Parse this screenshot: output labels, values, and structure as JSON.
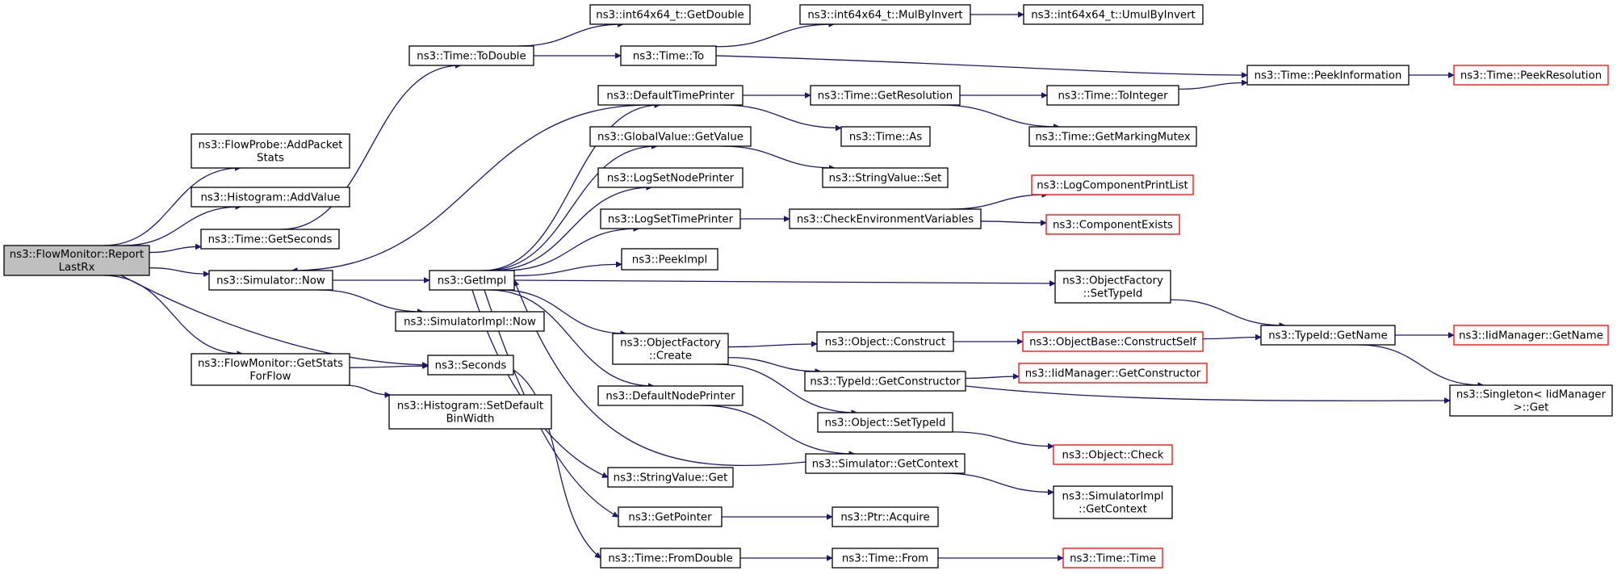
{
  "graph": {
    "colors": {
      "edge": "#191970",
      "root_fill": "#bfbfbf",
      "truncated_border": "#ff0000",
      "node_border": "#000000"
    },
    "nodes": [
      {
        "id": "root",
        "lines": [
          "ns3::FlowMonitor::Report",
          "LastRx"
        ],
        "kind": "root"
      },
      {
        "id": "addpacket",
        "lines": [
          "ns3::FlowProbe::AddPacket",
          "Stats"
        ]
      },
      {
        "id": "histaddvalue",
        "lines": [
          "ns3::Histogram::AddValue"
        ]
      },
      {
        "id": "timegetseconds",
        "lines": [
          "ns3::Time::GetSeconds"
        ]
      },
      {
        "id": "simnow",
        "lines": [
          "ns3::Simulator::Now"
        ]
      },
      {
        "id": "getstatsforflow",
        "lines": [
          "ns3::FlowMonitor::GetStats",
          "ForFlow"
        ]
      },
      {
        "id": "todouble",
        "lines": [
          "ns3::Time::ToDouble"
        ]
      },
      {
        "id": "getimpl",
        "lines": [
          "ns3::GetImpl"
        ]
      },
      {
        "id": "simimplnow",
        "lines": [
          "ns3::SimulatorImpl::Now"
        ]
      },
      {
        "id": "seconds",
        "lines": [
          "ns3::Seconds"
        ]
      },
      {
        "id": "setdefaultbinwidth",
        "lines": [
          "ns3::Histogram::SetDefault",
          "BinWidth"
        ]
      },
      {
        "id": "int64getdouble",
        "lines": [
          "ns3::int64x64_t::GetDouble"
        ]
      },
      {
        "id": "timeto",
        "lines": [
          "ns3::Time::To"
        ]
      },
      {
        "id": "defaulttimeprinter",
        "lines": [
          "ns3::DefaultTimePrinter"
        ]
      },
      {
        "id": "globalvaluegetvalue",
        "lines": [
          "ns3::GlobalValue::GetValue"
        ]
      },
      {
        "id": "logsetnodeprinter",
        "lines": [
          "ns3::LogSetNodePrinter"
        ]
      },
      {
        "id": "logsettimeprinter",
        "lines": [
          "ns3::LogSetTimePrinter"
        ]
      },
      {
        "id": "peekimpl",
        "lines": [
          "ns3::PeekImpl"
        ]
      },
      {
        "id": "objfactorycreate",
        "lines": [
          "ns3::ObjectFactory",
          "::Create"
        ]
      },
      {
        "id": "defaultnodeprinter",
        "lines": [
          "ns3::DefaultNodePrinter"
        ]
      },
      {
        "id": "stringvalueget",
        "lines": [
          "ns3::StringValue::Get"
        ]
      },
      {
        "id": "getpointer",
        "lines": [
          "ns3::GetPointer"
        ]
      },
      {
        "id": "timefromdouble",
        "lines": [
          "ns3::Time::FromDouble"
        ]
      },
      {
        "id": "mulbyinvert",
        "lines": [
          "ns3::int64x64_t::MulByInvert"
        ]
      },
      {
        "id": "timegetresolution",
        "lines": [
          "ns3::Time::GetResolution"
        ]
      },
      {
        "id": "timeas",
        "lines": [
          "ns3::Time::As"
        ]
      },
      {
        "id": "stringvalueset",
        "lines": [
          "ns3::StringValue::Set"
        ]
      },
      {
        "id": "checkenv",
        "lines": [
          "ns3::CheckEnvironmentVariables"
        ]
      },
      {
        "id": "objconstruct",
        "lines": [
          "ns3::Object::Construct"
        ]
      },
      {
        "id": "typeidgetconstructor",
        "lines": [
          "ns3::TypeId::GetConstructor"
        ]
      },
      {
        "id": "objsettypeid",
        "lines": [
          "ns3::Object::SetTypeId"
        ]
      },
      {
        "id": "simgetcontext",
        "lines": [
          "ns3::Simulator::GetContext"
        ]
      },
      {
        "id": "ptracquire",
        "lines": [
          "ns3::Ptr::Acquire"
        ]
      },
      {
        "id": "timefrom",
        "lines": [
          "ns3::Time::From"
        ]
      },
      {
        "id": "umulbyinvert",
        "lines": [
          "ns3::int64x64_t::UmulByInvert"
        ]
      },
      {
        "id": "timetointeger",
        "lines": [
          "ns3::Time::ToInteger"
        ]
      },
      {
        "id": "timegetmarkingmutex",
        "lines": [
          "ns3::Time::GetMarkingMutex"
        ]
      },
      {
        "id": "logcomponentprintlist",
        "lines": [
          "ns3::LogComponentPrintList"
        ],
        "kind": "trunc"
      },
      {
        "id": "componentexists",
        "lines": [
          "ns3::ComponentExists"
        ],
        "kind": "trunc"
      },
      {
        "id": "objfactorysettypeid",
        "lines": [
          "ns3::ObjectFactory",
          "::SetTypeId"
        ]
      },
      {
        "id": "objbaseconstructself",
        "lines": [
          "ns3::ObjectBase::ConstructSelf"
        ],
        "kind": "trunc"
      },
      {
        "id": "iidgetconstructor",
        "lines": [
          "ns3::IidManager::GetConstructor"
        ],
        "kind": "trunc"
      },
      {
        "id": "objcheck",
        "lines": [
          "ns3::Object::Check"
        ],
        "kind": "trunc"
      },
      {
        "id": "simimplgetcontext",
        "lines": [
          "ns3::SimulatorImpl",
          "::GetContext"
        ]
      },
      {
        "id": "timetime",
        "lines": [
          "ns3::Time::Time"
        ],
        "kind": "trunc"
      },
      {
        "id": "timepeekinformation",
        "lines": [
          "ns3::Time::PeekInformation"
        ]
      },
      {
        "id": "typeidgetname",
        "lines": [
          "ns3::TypeId::GetName"
        ]
      },
      {
        "id": "timepeekresolution",
        "lines": [
          "ns3::Time::PeekResolution"
        ],
        "kind": "trunc"
      },
      {
        "id": "iidgetname",
        "lines": [
          "ns3::IidManager::GetName"
        ],
        "kind": "trunc"
      },
      {
        "id": "singletonget",
        "lines": [
          "ns3::Singleton< IidManager",
          ">::Get"
        ]
      }
    ],
    "edges": [
      [
        "root",
        "addpacket"
      ],
      [
        "root",
        "histaddvalue"
      ],
      [
        "root",
        "timegetseconds"
      ],
      [
        "root",
        "simnow"
      ],
      [
        "root",
        "getstatsforflow"
      ],
      [
        "root",
        "seconds"
      ],
      [
        "timegetseconds",
        "todouble"
      ],
      [
        "simnow",
        "getimpl"
      ],
      [
        "simnow",
        "simimplnow"
      ],
      [
        "getstatsforflow",
        "seconds"
      ],
      [
        "getstatsforflow",
        "setdefaultbinwidth"
      ],
      [
        "todouble",
        "int64getdouble"
      ],
      [
        "todouble",
        "timeto"
      ],
      [
        "getimpl",
        "defaulttimeprinter"
      ],
      [
        "getimpl",
        "globalvaluegetvalue"
      ],
      [
        "getimpl",
        "logsetnodeprinter"
      ],
      [
        "getimpl",
        "logsettimeprinter"
      ],
      [
        "getimpl",
        "peekimpl"
      ],
      [
        "getimpl",
        "objfactorycreate"
      ],
      [
        "getimpl",
        "defaultnodeprinter"
      ],
      [
        "getimpl",
        "stringvalueget"
      ],
      [
        "getimpl",
        "getpointer"
      ],
      [
        "getimpl",
        "objfactorysettypeid"
      ],
      [
        "defaulttimeprinter",
        "simnow"
      ],
      [
        "simgetcontext",
        "getimpl"
      ],
      [
        "seconds",
        "timefromdouble"
      ],
      [
        "timeto",
        "mulbyinvert"
      ],
      [
        "timeto",
        "timepeekinformation"
      ],
      [
        "mulbyinvert",
        "umulbyinvert"
      ],
      [
        "defaulttimeprinter",
        "timegetresolution"
      ],
      [
        "defaulttimeprinter",
        "timeas"
      ],
      [
        "globalvaluegetvalue",
        "stringvalueset"
      ],
      [
        "logsettimeprinter",
        "checkenv"
      ],
      [
        "checkenv",
        "logcomponentprintlist"
      ],
      [
        "checkenv",
        "componentexists"
      ],
      [
        "objfactorycreate",
        "objconstruct"
      ],
      [
        "objfactorycreate",
        "typeidgetconstructor"
      ],
      [
        "objfactorycreate",
        "objsettypeid"
      ],
      [
        "defaultnodeprinter",
        "simgetcontext"
      ],
      [
        "getpointer",
        "ptracquire"
      ],
      [
        "timefromdouble",
        "timefrom"
      ],
      [
        "timefrom",
        "timetime"
      ],
      [
        "timegetresolution",
        "timetointeger"
      ],
      [
        "timegetresolution",
        "timegetmarkingmutex"
      ],
      [
        "timetointeger",
        "timepeekinformation"
      ],
      [
        "timepeekinformation",
        "timepeekresolution"
      ],
      [
        "objconstruct",
        "objbaseconstructself"
      ],
      [
        "objbaseconstructself",
        "typeidgetname"
      ],
      [
        "typeidgetconstructor",
        "iidgetconstructor"
      ],
      [
        "typeidgetconstructor",
        "singletonget"
      ],
      [
        "objsettypeid",
        "objcheck"
      ],
      [
        "simgetcontext",
        "simimplgetcontext"
      ],
      [
        "objfactorysettypeid",
        "typeidgetname"
      ],
      [
        "typeidgetname",
        "iidgetname"
      ],
      [
        "typeidgetname",
        "singletonget"
      ]
    ]
  }
}
